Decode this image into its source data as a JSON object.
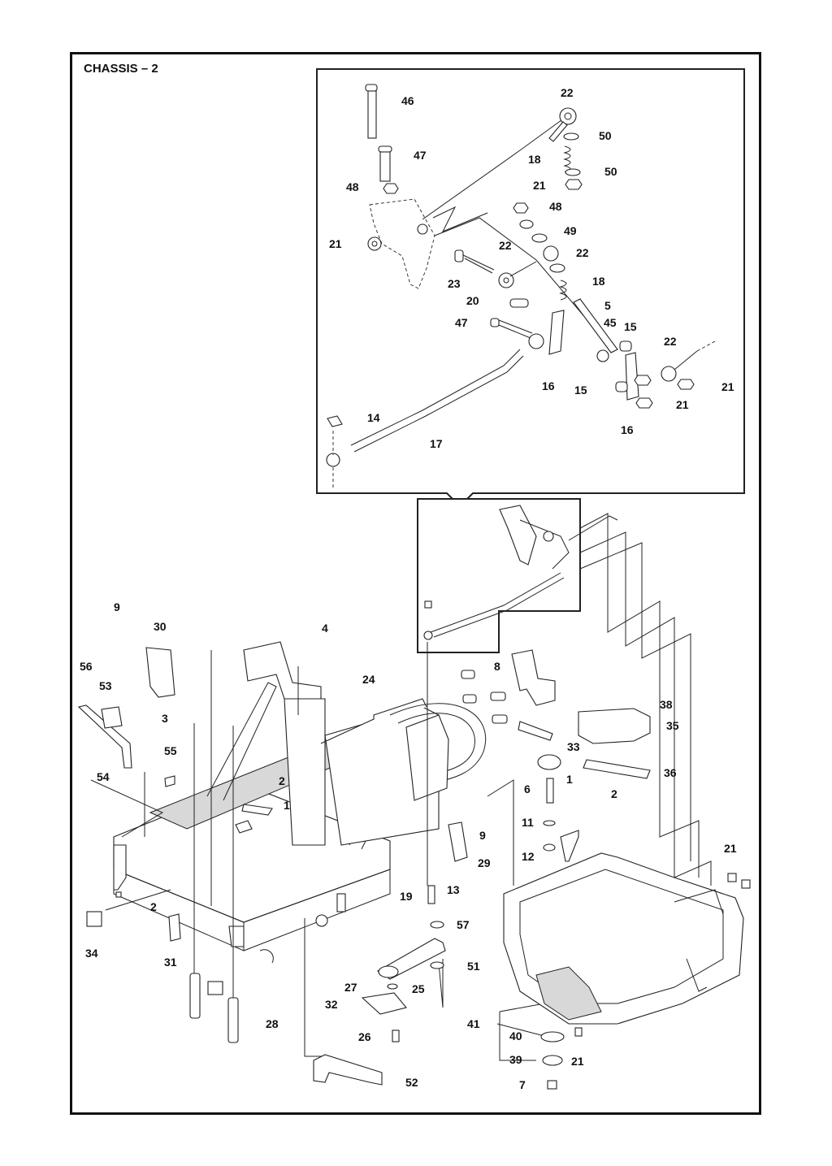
{
  "title": "CHASSIS – 2",
  "callouts": [
    {
      "id": "c46a",
      "text": "46"
    },
    {
      "id": "c22a",
      "text": "22"
    },
    {
      "id": "c50a",
      "text": "50"
    },
    {
      "id": "c47a",
      "text": "47"
    },
    {
      "id": "c18a",
      "text": "18"
    },
    {
      "id": "c21a",
      "text": "21"
    },
    {
      "id": "c50b",
      "text": "50"
    },
    {
      "id": "c48a",
      "text": "48"
    },
    {
      "id": "c48b",
      "text": "48"
    },
    {
      "id": "c49",
      "text": "49"
    },
    {
      "id": "c21b",
      "text": "21"
    },
    {
      "id": "c22b",
      "text": "22"
    },
    {
      "id": "c22c",
      "text": "22"
    },
    {
      "id": "c23",
      "text": "23"
    },
    {
      "id": "c18b",
      "text": "18"
    },
    {
      "id": "c20",
      "text": "20"
    },
    {
      "id": "c5",
      "text": "5"
    },
    {
      "id": "c47b",
      "text": "47"
    },
    {
      "id": "c45",
      "text": "45"
    },
    {
      "id": "c15a",
      "text": "15"
    },
    {
      "id": "c22d",
      "text": "22"
    },
    {
      "id": "c16a",
      "text": "16"
    },
    {
      "id": "c15b",
      "text": "15"
    },
    {
      "id": "c21c",
      "text": "21"
    },
    {
      "id": "c21d",
      "text": "21"
    },
    {
      "id": "c14",
      "text": "14"
    },
    {
      "id": "c16b",
      "text": "16"
    },
    {
      "id": "c17",
      "text": "17"
    },
    {
      "id": "c9a",
      "text": "9"
    },
    {
      "id": "c30",
      "text": "30"
    },
    {
      "id": "c4",
      "text": "4"
    },
    {
      "id": "c56",
      "text": "56"
    },
    {
      "id": "c53",
      "text": "53"
    },
    {
      "id": "c8",
      "text": "8"
    },
    {
      "id": "c24",
      "text": "24"
    },
    {
      "id": "c3",
      "text": "3"
    },
    {
      "id": "c38",
      "text": "38"
    },
    {
      "id": "c35",
      "text": "35"
    },
    {
      "id": "c33",
      "text": "33"
    },
    {
      "id": "c55",
      "text": "55"
    },
    {
      "id": "c54",
      "text": "54"
    },
    {
      "id": "c2a",
      "text": "2"
    },
    {
      "id": "c36",
      "text": "36"
    },
    {
      "id": "c6",
      "text": "6"
    },
    {
      "id": "c1a",
      "text": "1"
    },
    {
      "id": "c2b",
      "text": "2"
    },
    {
      "id": "c1b",
      "text": "1"
    },
    {
      "id": "c9b",
      "text": "9"
    },
    {
      "id": "c11",
      "text": "11"
    },
    {
      "id": "c29",
      "text": "29"
    },
    {
      "id": "c12",
      "text": "12"
    },
    {
      "id": "c21e",
      "text": "21"
    },
    {
      "id": "c19",
      "text": "19"
    },
    {
      "id": "c13",
      "text": "13"
    },
    {
      "id": "c2c",
      "text": "2"
    },
    {
      "id": "c57",
      "text": "57"
    },
    {
      "id": "c34",
      "text": "34"
    },
    {
      "id": "c31",
      "text": "31"
    },
    {
      "id": "c51",
      "text": "51"
    },
    {
      "id": "c27",
      "text": "27"
    },
    {
      "id": "c25",
      "text": "25"
    },
    {
      "id": "c32",
      "text": "32"
    },
    {
      "id": "c28",
      "text": "28"
    },
    {
      "id": "c41",
      "text": "41"
    },
    {
      "id": "c40",
      "text": "40"
    },
    {
      "id": "c26",
      "text": "26"
    },
    {
      "id": "c39",
      "text": "39"
    },
    {
      "id": "c21f",
      "text": "21"
    },
    {
      "id": "c52",
      "text": "52"
    },
    {
      "id": "c7",
      "text": "7"
    }
  ]
}
